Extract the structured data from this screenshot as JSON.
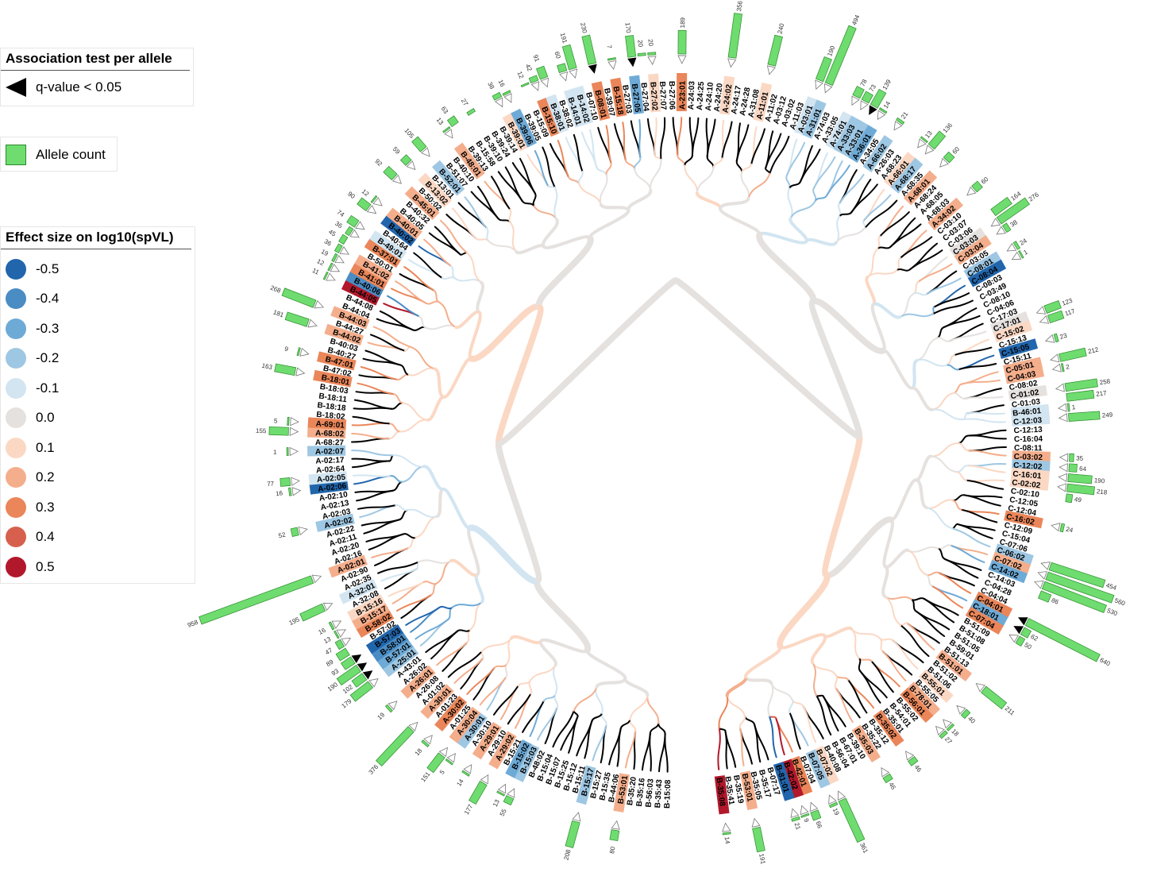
{
  "legend": {
    "association_title": "Association test per allele",
    "qvalue_label": "q-value < 0.05",
    "count_label": "Allele count",
    "effect_title": "Effect size on log10(spVL)",
    "effect_scale": [
      {
        "value": "-0.5",
        "color": "#2166ac"
      },
      {
        "value": "-0.4",
        "color": "#4a8cc4"
      },
      {
        "value": "-0.3",
        "color": "#6eaad6"
      },
      {
        "value": "-0.2",
        "color": "#9ec7e3"
      },
      {
        "value": "-0.1",
        "color": "#d2e5f1"
      },
      {
        "value": "0.0",
        "color": "#e5e1df"
      },
      {
        "value": "0.1",
        "color": "#fbd8c4"
      },
      {
        "value": "0.2",
        "color": "#f4ae8c"
      },
      {
        "value": "0.3",
        "color": "#ea8659"
      },
      {
        "value": "0.4",
        "color": "#d6604d"
      },
      {
        "value": "0.5",
        "color": "#b2182b"
      }
    ]
  },
  "colors": {
    "bar_fill": "#6fdc6f",
    "bar_stroke": "#2c8a2c",
    "branch_default": "#000000"
  },
  "alleles": [
    {
      "name": "B-15:08",
      "effect": null
    },
    {
      "name": "B-35:43",
      "effect": null
    },
    {
      "name": "B-56:03",
      "effect": null
    },
    {
      "name": "B-35:16",
      "effect": null
    },
    {
      "name": "B-35:20",
      "effect": null
    },
    {
      "name": "B-53:01",
      "effect": 0.2,
      "count": 80,
      "arrow": "open"
    },
    {
      "name": "B-44:06",
      "effect": null
    },
    {
      "name": "B-15:35",
      "effect": null
    },
    {
      "name": "B-15:27",
      "effect": null
    },
    {
      "name": "B-15:17",
      "effect": -0.2,
      "count": 208,
      "arrow": "open"
    },
    {
      "name": "B-15:11",
      "effect": null
    },
    {
      "name": "B-15:12",
      "effect": null
    },
    {
      "name": "B-15:25",
      "effect": null
    },
    {
      "name": "B-15:07",
      "effect": null
    },
    {
      "name": "B-15:04",
      "effect": null
    },
    {
      "name": "B-48:02",
      "effect": null
    },
    {
      "name": "B-15:03",
      "effect": -0.2,
      "count": 55,
      "arrow": "open"
    },
    {
      "name": "B-15:02",
      "effect": -0.3,
      "count": 13,
      "arrow": "open"
    },
    {
      "name": "B-15:21",
      "effect": null
    },
    {
      "name": "A-29:02",
      "effect": 0.2,
      "count": 177,
      "arrow": "open"
    },
    {
      "name": "A-29:10",
      "effect": null
    },
    {
      "name": "A-29:01",
      "effect": 0.2,
      "count": 14,
      "arrow": "open"
    },
    {
      "name": "A-30:10",
      "effect": null
    },
    {
      "name": "A-30:01",
      "effect": -0.2,
      "count": 5,
      "arrow": "open"
    },
    {
      "name": "A-30:04",
      "effect": 0.2,
      "count": 151,
      "arrow": "open"
    },
    {
      "name": "A-01:25",
      "effect": null
    },
    {
      "name": "A-30:02",
      "effect": 0.3,
      "count": 18,
      "arrow": "open"
    },
    {
      "name": "A-01:23",
      "effect": null
    },
    {
      "name": "A-30:01",
      "effect": 0.2,
      "count": 376,
      "arrow": "open"
    },
    {
      "name": "A-01:02",
      "effect": null
    },
    {
      "name": "A-26:08",
      "effect": null
    },
    {
      "name": "A-26:01",
      "effect": 0.2,
      "count": 19,
      "arrow": "open"
    },
    {
      "name": "A-26:02",
      "effect": null
    },
    {
      "name": "A-43:01",
      "effect": null
    },
    {
      "name": "A-25:01",
      "effect": -0.2,
      "count": 179,
      "arrow": "open"
    },
    {
      "name": "B-57:01",
      "effect": -0.3,
      "count": 102,
      "arrow": "filled"
    },
    {
      "name": "B-58:01",
      "effect": -0.4,
      "count": 190,
      "arrow": "filled"
    },
    {
      "name": "B-57:03",
      "effect": -0.5,
      "count": 93,
      "arrow": "filled"
    },
    {
      "name": "B-57:02",
      "effect": null,
      "count": 89
    },
    {
      "name": "B-58:02",
      "effect": 0.3,
      "count": 47,
      "arrow": "open"
    },
    {
      "name": "B-15:17",
      "effect": 0.2,
      "count": 13,
      "arrow": "open"
    },
    {
      "name": "B-15:16",
      "effect": 0.1,
      "count": 16,
      "arrow": "open"
    },
    {
      "name": "A-32:08",
      "effect": null
    },
    {
      "name": "A-32:01",
      "effect": -0.1,
      "count": 195,
      "arrow": "open"
    },
    {
      "name": "A-02:35",
      "effect": null
    },
    {
      "name": "A-02:90",
      "effect": null
    },
    {
      "name": "A-02:01",
      "effect": 0.2,
      "count": 958,
      "arrow": "open"
    },
    {
      "name": "A-02:16",
      "effect": null
    },
    {
      "name": "A-02:20",
      "effect": null
    },
    {
      "name": "A-02:11",
      "effect": null
    },
    {
      "name": "A-02:22",
      "effect": null
    },
    {
      "name": "A-02:02",
      "effect": -0.2,
      "count": 52,
      "arrow": "open"
    },
    {
      "name": "A-02:03",
      "effect": null
    },
    {
      "name": "A-02:13",
      "effect": null
    },
    {
      "name": "A-02:10",
      "effect": null
    },
    {
      "name": "A-02:06",
      "effect": -0.5,
      "count": 16,
      "arrow": "open"
    },
    {
      "name": "A-02:05",
      "effect": -0.1,
      "count": 77,
      "arrow": "open"
    },
    {
      "name": "A-02:64",
      "effect": null
    },
    {
      "name": "A-02:17",
      "effect": null
    },
    {
      "name": "A-02:07",
      "effect": -0.2,
      "count": 1,
      "arrow": "open"
    },
    {
      "name": "A-68:27",
      "effect": null
    },
    {
      "name": "A-68:02",
      "effect": 0.2,
      "count": 155,
      "arrow": "open"
    },
    {
      "name": "A-69:01",
      "effect": 0.3,
      "count": 5,
      "arrow": "open"
    },
    {
      "name": "B-18:02",
      "effect": null
    },
    {
      "name": "B-18:18",
      "effect": null
    },
    {
      "name": "B-18:11",
      "effect": null
    },
    {
      "name": "B-18:03",
      "effect": null
    },
    {
      "name": "B-18:01",
      "effect": 0.3,
      "count": 163,
      "arrow": "open"
    },
    {
      "name": "B-47:02",
      "effect": null
    },
    {
      "name": "B-47:01",
      "effect": 0.3,
      "count": 9,
      "arrow": "open"
    },
    {
      "name": "B-40:27",
      "effect": null
    },
    {
      "name": "B-40:03",
      "effect": null
    },
    {
      "name": "B-44:02",
      "effect": 0.2,
      "count": 181,
      "arrow": "open"
    },
    {
      "name": "B-44:27",
      "effect": null
    },
    {
      "name": "B-44:03",
      "effect": 0.2,
      "count": 268,
      "arrow": "open"
    },
    {
      "name": "B-44:04",
      "effect": null
    },
    {
      "name": "B-44:08",
      "effect": null
    },
    {
      "name": "B-44:05",
      "effect": 0.5,
      "count": 11,
      "arrow": "open"
    },
    {
      "name": "B-40:06",
      "effect": -0.4,
      "count": 12,
      "arrow": "open"
    },
    {
      "name": "B-41:01",
      "effect": 0.3,
      "count": 19,
      "arrow": "open"
    },
    {
      "name": "B-41:02",
      "effect": 0.2,
      "count": 36,
      "arrow": "open"
    },
    {
      "name": "B-50:01",
      "effect": null,
      "count": 45
    },
    {
      "name": "B-37:01",
      "effect": 0.3,
      "count": 36,
      "arrow": "open"
    },
    {
      "name": "B-49:01",
      "effect": -0.1,
      "count": 74,
      "arrow": "open"
    },
    {
      "name": "B-40:64",
      "effect": null
    },
    {
      "name": "B-40:02",
      "effect": -0.5,
      "count": 90,
      "arrow": "open"
    },
    {
      "name": "B-40:01",
      "effect": 0.2,
      "count": 12,
      "arrow": "open"
    },
    {
      "name": "B-40:05",
      "effect": null
    },
    {
      "name": "B-40:32",
      "effect": null
    },
    {
      "name": "B-45:01",
      "effect": 0.2,
      "count": 92,
      "arrow": "open"
    },
    {
      "name": "B-50:02",
      "effect": null
    },
    {
      "name": "B-13:02",
      "effect": 0.1,
      "count": 59,
      "arrow": "open"
    },
    {
      "name": "B-13:01",
      "effect": null
    },
    {
      "name": "B-52:01",
      "effect": -0.2,
      "count": 105,
      "arrow": "open"
    },
    {
      "name": "B-51:07",
      "effect": null
    },
    {
      "name": "B-40:10",
      "effect": null
    },
    {
      "name": "B-48:01",
      "effect": 0.2,
      "count": 13,
      "arrow": "open"
    },
    {
      "name": "B-39:13",
      "effect": null,
      "count": 63
    },
    {
      "name": "B-15:58",
      "effect": null
    },
    {
      "name": "B-39:10",
      "effect": null,
      "count": 27
    },
    {
      "name": "B-39:24",
      "effect": null
    },
    {
      "name": "B-39:14",
      "effect": null
    },
    {
      "name": "B-39:01",
      "effect": 0.1,
      "count": 38,
      "arrow": "open"
    },
    {
      "name": "B-39:06",
      "effect": -0.3,
      "count": 16,
      "arrow": "open"
    },
    {
      "name": "B-39:05",
      "effect": null
    },
    {
      "name": "B-15:09",
      "effect": null,
      "count": 12
    },
    {
      "name": "B-15:10",
      "effect": 0.3,
      "count": 42,
      "arrow": "open"
    },
    {
      "name": "B-38:01",
      "effect": -0.1,
      "count": 91,
      "arrow": "open"
    },
    {
      "name": "B-38:02",
      "effect": null
    },
    {
      "name": "B-14:01",
      "effect": -0.1,
      "count": 60,
      "arrow": "open"
    },
    {
      "name": "B-14:02",
      "effect": -0.1,
      "count": 191,
      "arrow": "open"
    },
    {
      "name": "B-07:10",
      "effect": null
    },
    {
      "name": "B-08:01",
      "effect": 0.3,
      "count": 230,
      "arrow": "filled"
    },
    {
      "name": "B-39:07",
      "effect": null
    },
    {
      "name": "B-15:18",
      "effect": 0.3,
      "count": 7,
      "arrow": "open"
    },
    {
      "name": "B-27:03",
      "effect": null
    },
    {
      "name": "B-27:05",
      "effect": -0.3,
      "count": 170,
      "arrow": "filled"
    },
    {
      "name": "B-27:04",
      "effect": null,
      "count": 20
    },
    {
      "name": "B-27:02",
      "effect": 0.1,
      "count": 20,
      "arrow": "open"
    },
    {
      "name": "B-27:07",
      "effect": null
    },
    {
      "name": "B-27:06",
      "effect": null
    },
    {
      "name": "A-23:01",
      "effect": 0.3,
      "count": 189,
      "arrow": "open"
    },
    {
      "name": "A-24:03",
      "effect": null
    },
    {
      "name": "A-24:25",
      "effect": null
    },
    {
      "name": "A-24:10",
      "effect": null
    },
    {
      "name": "A-24:20",
      "effect": null
    },
    {
      "name": "A-24:02",
      "effect": 0.1,
      "count": 356,
      "arrow": "open"
    },
    {
      "name": "A-24:17",
      "effect": null
    },
    {
      "name": "A-24:28",
      "effect": null
    },
    {
      "name": "A-31:08",
      "effect": null
    },
    {
      "name": "A-11:01",
      "effect": 0.1,
      "count": 240,
      "arrow": "open"
    },
    {
      "name": "A-11:02",
      "effect": null
    },
    {
      "name": "A-03:12",
      "effect": null
    },
    {
      "name": "A-03:02",
      "effect": null
    },
    {
      "name": "A-11:03",
      "effect": null
    },
    {
      "name": "A-03:01",
      "effect": -0.1,
      "count": 190,
      "arrow": "open"
    },
    {
      "name": "A-31:01",
      "effect": -0.2,
      "count": 494,
      "arrow": "open"
    },
    {
      "name": "A-74:03",
      "effect": null
    },
    {
      "name": "A-33:05",
      "effect": null
    },
    {
      "name": "A-74:01",
      "effect": -0.1,
      "count": 78,
      "arrow": "open"
    },
    {
      "name": "A-33:03",
      "effect": -0.2,
      "count": 73,
      "arrow": "open"
    },
    {
      "name": "A-33:01",
      "effect": -0.2,
      "count": 139,
      "arrow": "filled"
    },
    {
      "name": "A-36:01",
      "effect": -0.3,
      "count": 14,
      "arrow": "open"
    },
    {
      "name": "A-34:05",
      "effect": null
    },
    {
      "name": "A-66:02",
      "effect": -0.2,
      "count": 21,
      "arrow": "open"
    },
    {
      "name": "A-26:03",
      "effect": null
    },
    {
      "name": "A-68:23",
      "effect": null
    },
    {
      "name": "A-66:01",
      "effect": 0.1,
      "count": 13,
      "arrow": "open"
    },
    {
      "name": "A-68:17",
      "effect": -0.2,
      "count": 136,
      "arrow": "open"
    },
    {
      "name": "A-68:35",
      "effect": null
    },
    {
      "name": "A-68:01",
      "effect": 0.2,
      "count": 60,
      "arrow": "open"
    },
    {
      "name": "A-68:24",
      "effect": null
    },
    {
      "name": "A-68:05",
      "effect": null
    },
    {
      "name": "A-68:03",
      "effect": null
    },
    {
      "name": "A-34:02",
      "effect": 0.2,
      "count": 60,
      "arrow": "open"
    },
    {
      "name": "C-03:10",
      "effect": null
    },
    {
      "name": "C-03:07",
      "effect": null
    },
    {
      "name": "C-03:06",
      "effect": null,
      "count": 164
    },
    {
      "name": "C-03:03",
      "effect": 0.0,
      "count": 276,
      "arrow": "open"
    },
    {
      "name": "C-03:04",
      "effect": 0.2,
      "count": 38,
      "arrow": "open"
    },
    {
      "name": "C-03:05",
      "effect": null
    },
    {
      "name": "C-08:01",
      "effect": -0.2,
      "count": 24,
      "arrow": "open"
    },
    {
      "name": "C-08:04",
      "effect": -0.5,
      "count": 1,
      "arrow": "open"
    },
    {
      "name": "C-08:03",
      "effect": null
    },
    {
      "name": "C-03:49",
      "effect": null
    },
    {
      "name": "C-08:10",
      "effect": null
    },
    {
      "name": "C-04:06",
      "effect": null
    },
    {
      "name": "C-17:03",
      "effect": null
    },
    {
      "name": "C-17:01",
      "effect": 0.0,
      "count": 123,
      "arrow": "open"
    },
    {
      "name": "C-15:02",
      "effect": 0.1,
      "count": 117,
      "arrow": "open"
    },
    {
      "name": "C-15:13",
      "effect": null
    },
    {
      "name": "C-15:05",
      "effect": -0.5,
      "count": 23,
      "arrow": "open"
    },
    {
      "name": "C-15:11",
      "effect": null
    },
    {
      "name": "C-05:01",
      "effect": 0.2,
      "count": 212,
      "arrow": "open"
    },
    {
      "name": "C-04:03",
      "effect": 0.2,
      "count": 2,
      "arrow": "open"
    },
    {
      "name": "C-08:02",
      "effect": null
    },
    {
      "name": "C-01:02",
      "effect": 0.0,
      "count": 258,
      "arrow": "open"
    },
    {
      "name": "C-01:03",
      "effect": null,
      "count": 217
    },
    {
      "name": "B-46:01",
      "effect": -0.1,
      "count": 1,
      "arrow": "open"
    },
    {
      "name": "C-12:03",
      "effect": -0.1,
      "count": 249,
      "arrow": "open"
    },
    {
      "name": "C-12:13",
      "effect": null
    },
    {
      "name": "C-16:04",
      "effect": null
    },
    {
      "name": "C-08:11",
      "effect": null
    },
    {
      "name": "C-03:02",
      "effect": 0.2,
      "count": 35,
      "arrow": "open"
    },
    {
      "name": "C-12:02",
      "effect": -0.2,
      "count": 64,
      "arrow": "open"
    },
    {
      "name": "C-16:01",
      "effect": 0.1,
      "count": 190,
      "arrow": "open"
    },
    {
      "name": "C-02:02",
      "effect": 0.1,
      "count": 218,
      "arrow": "open"
    },
    {
      "name": "C-02:10",
      "effect": null,
      "count": 49
    },
    {
      "name": "C-12:05",
      "effect": null
    },
    {
      "name": "C-12:04",
      "effect": null
    },
    {
      "name": "C-16:02",
      "effect": 0.3,
      "count": 24,
      "arrow": "open"
    },
    {
      "name": "C-12:09",
      "effect": null
    },
    {
      "name": "C-15:04",
      "effect": null
    },
    {
      "name": "C-07:06",
      "effect": null
    },
    {
      "name": "C-06:02",
      "effect": -0.2,
      "count": 454,
      "arrow": "open"
    },
    {
      "name": "C-07:02",
      "effect": 0.2,
      "count": 560,
      "arrow": "open"
    },
    {
      "name": "C-14:02",
      "effect": -0.3,
      "count": 530,
      "arrow": "open"
    },
    {
      "name": "C-14:03",
      "effect": null,
      "count": 86
    },
    {
      "name": "C-04:28",
      "effect": null
    },
    {
      "name": "C-04:04",
      "effect": null
    },
    {
      "name": "C-04:01",
      "effect": 0.3,
      "count": 640,
      "arrow": "filled"
    },
    {
      "name": "C-18:01",
      "effect": -0.3,
      "count": 62,
      "arrow": "filled"
    },
    {
      "name": "C-07:04",
      "effect": 0.3,
      "count": 50,
      "arrow": "open"
    },
    {
      "name": "B-51:09",
      "effect": null
    },
    {
      "name": "B-51:08",
      "effect": null
    },
    {
      "name": "B-51:05",
      "effect": null
    },
    {
      "name": "B-59:01",
      "effect": null
    },
    {
      "name": "B-51:13",
      "effect": null
    },
    {
      "name": "B-51:01",
      "effect": 0.2,
      "count": 211,
      "arrow": "open"
    },
    {
      "name": "B-51:02",
      "effect": null
    },
    {
      "name": "B-51:06",
      "effect": null
    },
    {
      "name": "B-55:01",
      "effect": 0.1,
      "count": 40,
      "arrow": "open"
    },
    {
      "name": "B-55:05",
      "effect": null
    },
    {
      "name": "B-78:01",
      "effect": 0.2,
      "count": 18,
      "arrow": "open"
    },
    {
      "name": "B-56:01",
      "effect": 0.3,
      "count": 27,
      "arrow": "open"
    },
    {
      "name": "B-55:02",
      "effect": null
    },
    {
      "name": "B-54:01",
      "effect": null
    },
    {
      "name": "B-35:01",
      "effect": null
    },
    {
      "name": "B-35:02",
      "effect": 0.3,
      "count": 46,
      "arrow": "open"
    },
    {
      "name": "B-35:12",
      "effect": null
    },
    {
      "name": "B-35:22",
      "effect": null
    },
    {
      "name": "B-35:03",
      "effect": 0.2,
      "count": 46,
      "arrow": "open"
    },
    {
      "name": "B-39:10",
      "effect": null
    },
    {
      "name": "B-67:01",
      "effect": null
    },
    {
      "name": "B-56:04",
      "effect": null
    },
    {
      "name": "B-40:08",
      "effect": null
    },
    {
      "name": "B-07:02",
      "effect": 0.1,
      "count": 361,
      "arrow": "open"
    },
    {
      "name": "B-07:05",
      "effect": -0.2,
      "count": 19,
      "arrow": "open"
    },
    {
      "name": "B-07:04",
      "effect": null
    },
    {
      "name": "B-42:01",
      "effect": 0.3,
      "count": 66,
      "arrow": "open"
    },
    {
      "name": "B-42:02",
      "effect": 0.5,
      "count": 9,
      "arrow": "open"
    },
    {
      "name": "B-81:01",
      "effect": -0.5,
      "count": 21,
      "arrow": "open"
    },
    {
      "name": "B-07:17",
      "effect": null
    },
    {
      "name": "B-35:17",
      "effect": null
    },
    {
      "name": "B-35:05",
      "effect": null
    },
    {
      "name": "B-53:01",
      "effect": 0.2,
      "count": 191,
      "arrow": "open"
    },
    {
      "name": "B-35:19",
      "effect": null
    },
    {
      "name": "B-35:41",
      "effect": null
    },
    {
      "name": "B-35:08",
      "effect": 0.5,
      "count": 14,
      "arrow": "open"
    }
  ]
}
